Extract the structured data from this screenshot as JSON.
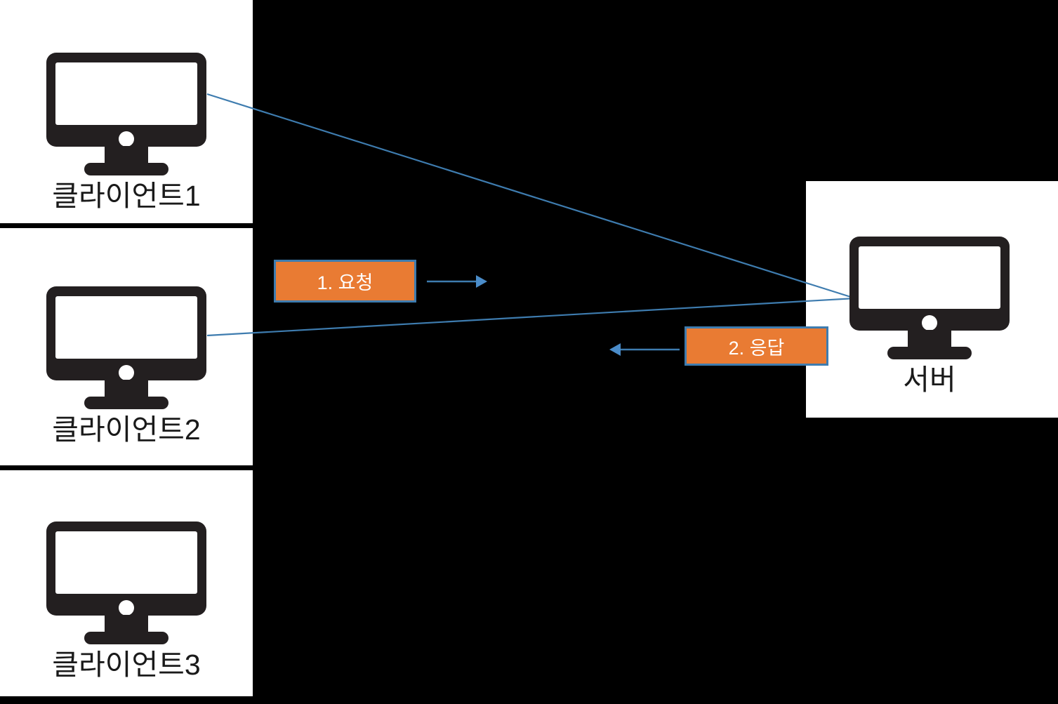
{
  "diagram": {
    "title": "Client-Server Request Response Diagram",
    "background_color": "#000000",
    "panel_color": "#ffffff",
    "accent_color": "#E97B33",
    "line_color": "#3E7CAF",
    "icon_color": "#231f20"
  },
  "clients": [
    {
      "id": "client1",
      "label": "클라이언트1",
      "icon": "monitor-icon"
    },
    {
      "id": "client2",
      "label": "클라이언트2",
      "icon": "monitor-icon"
    },
    {
      "id": "client3",
      "label": "클라이언트3",
      "icon": "monitor-icon"
    }
  ],
  "server": {
    "id": "server",
    "label": "서버",
    "icon": "monitor-icon"
  },
  "messages": [
    {
      "id": "request",
      "label": "1. 요청",
      "direction": "right",
      "arrow_icon": "arrow-right-icon"
    },
    {
      "id": "response",
      "label": "2. 응답",
      "direction": "left",
      "arrow_icon": "arrow-left-icon"
    }
  ],
  "connections": [
    {
      "from": "client1",
      "to": "server"
    },
    {
      "from": "client2",
      "to": "server"
    }
  ]
}
